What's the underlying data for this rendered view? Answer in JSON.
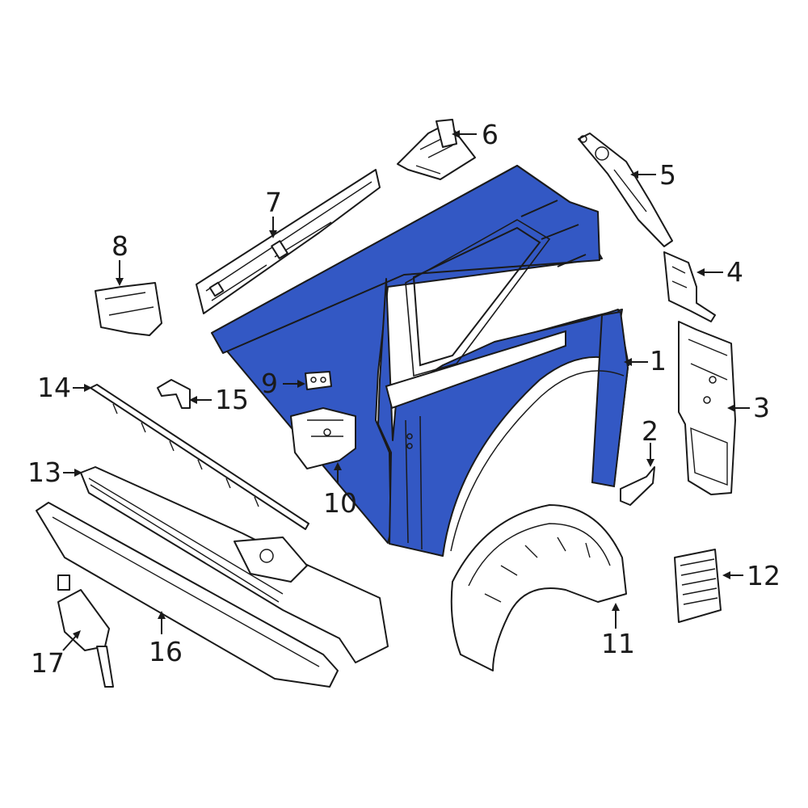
{
  "highlight_color": "#3358c4",
  "outline_color": "#1a1a1a",
  "background_color": "#ffffff",
  "callouts": [
    {
      "id": "1",
      "text": "1"
    },
    {
      "id": "2",
      "text": "2"
    },
    {
      "id": "3",
      "text": "3"
    },
    {
      "id": "4",
      "text": "4"
    },
    {
      "id": "5",
      "text": "5"
    },
    {
      "id": "6",
      "text": "6"
    },
    {
      "id": "7",
      "text": "7"
    },
    {
      "id": "8",
      "text": "8"
    },
    {
      "id": "9",
      "text": "9"
    },
    {
      "id": "10",
      "text": "10"
    },
    {
      "id": "11",
      "text": "11"
    },
    {
      "id": "12",
      "text": "12"
    },
    {
      "id": "13",
      "text": "13"
    },
    {
      "id": "14",
      "text": "14"
    },
    {
      "id": "15",
      "text": "15"
    },
    {
      "id": "16",
      "text": "16"
    },
    {
      "id": "17",
      "text": "17"
    }
  ]
}
